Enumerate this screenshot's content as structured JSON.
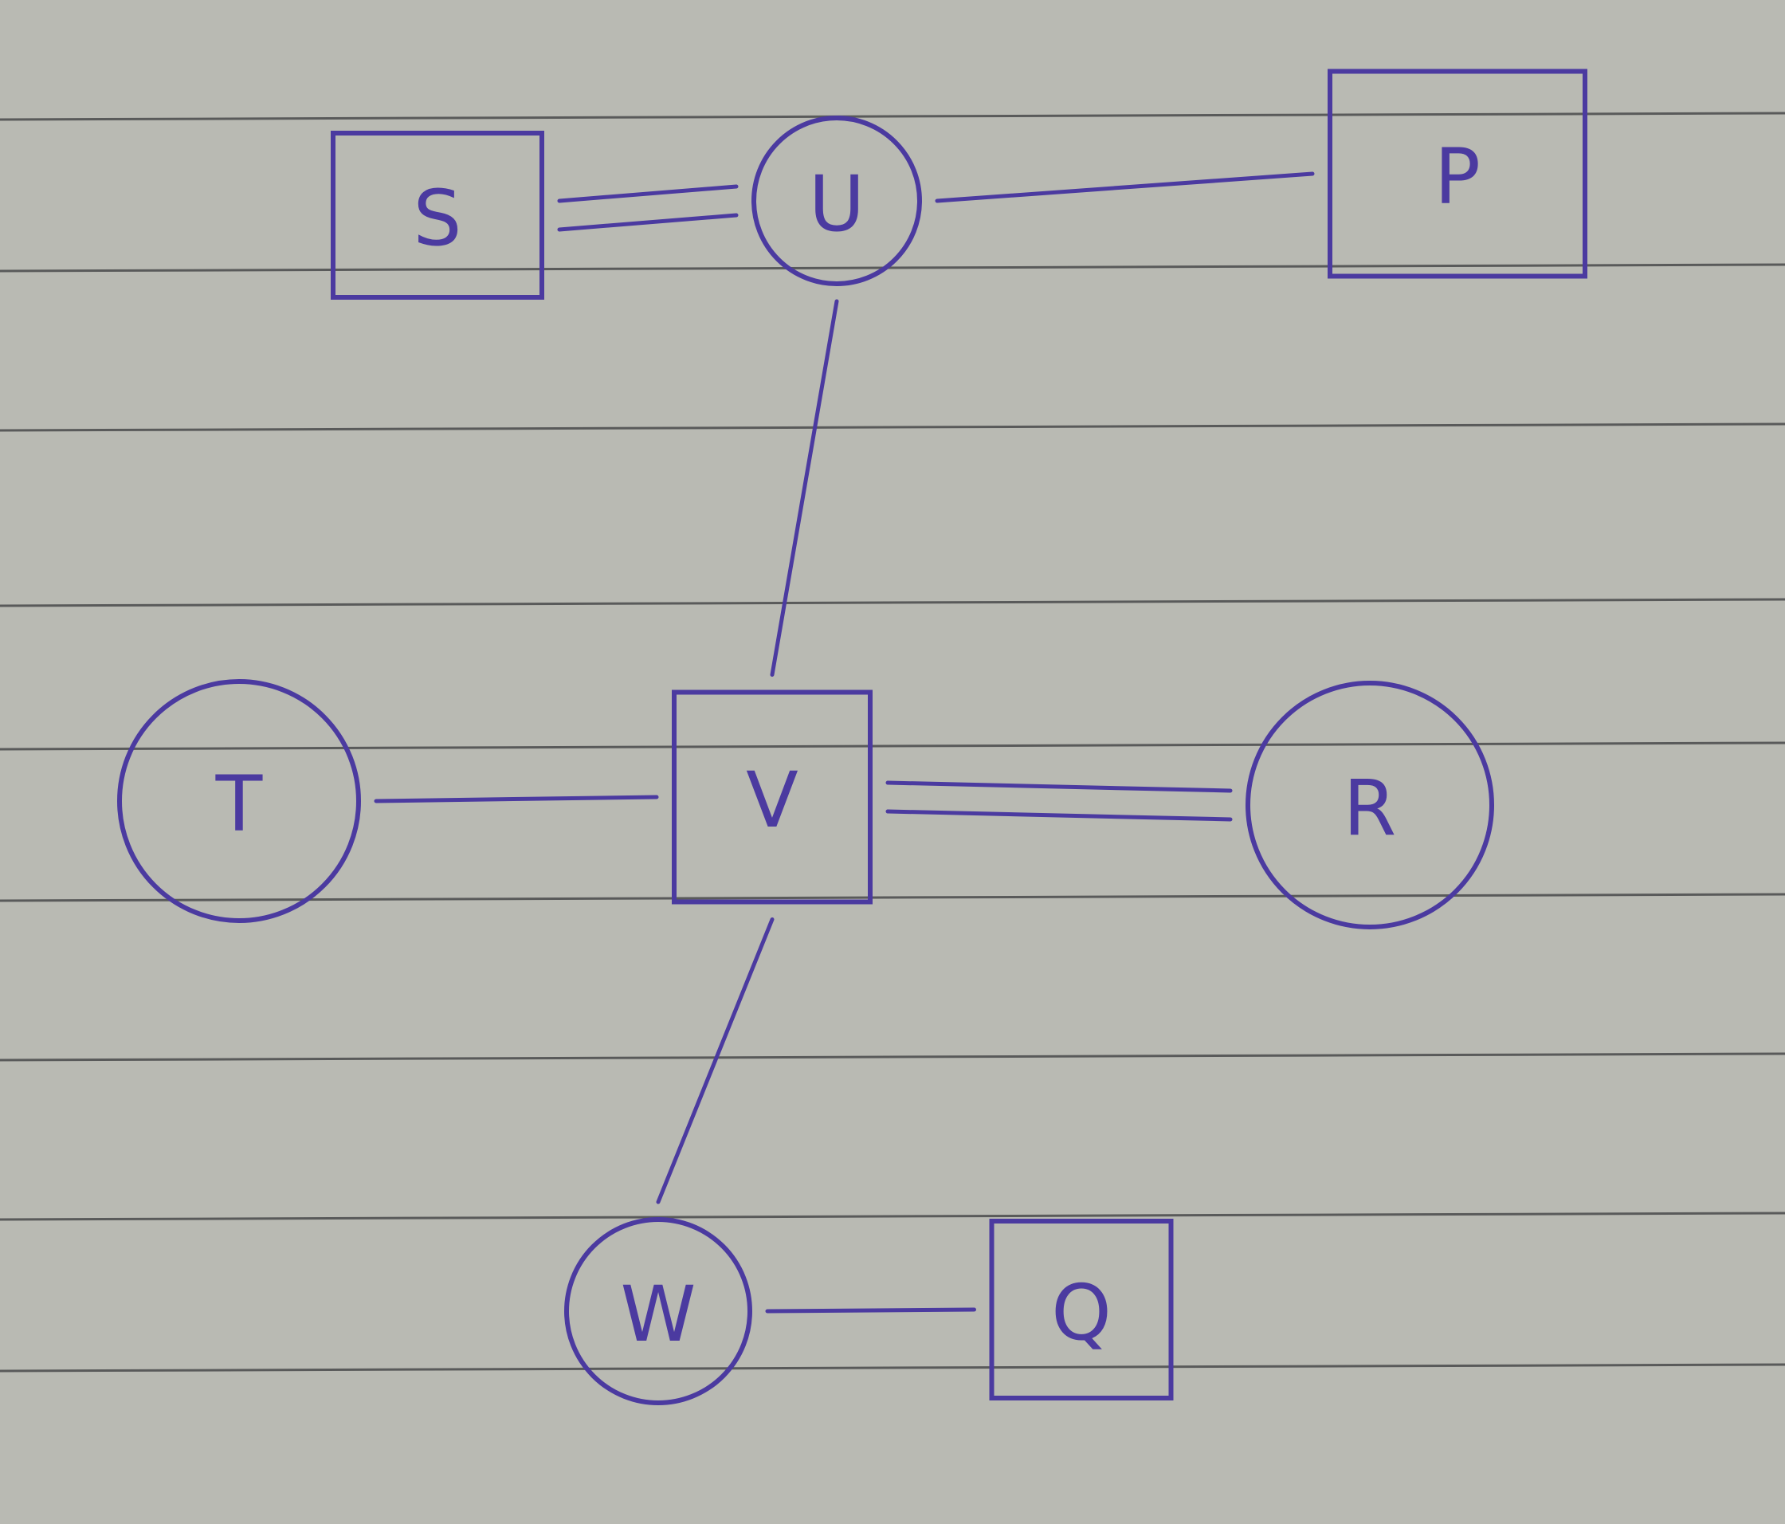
{
  "diagram": {
    "ink_color": "#4b3aa0",
    "paper_color": "#b9bab3",
    "rule_color": "#3a3b3d",
    "nodes": [
      {
        "id": "S",
        "label": "S",
        "shape": "square"
      },
      {
        "id": "U",
        "label": "U",
        "shape": "circle"
      },
      {
        "id": "P",
        "label": "P",
        "shape": "square"
      },
      {
        "id": "T",
        "label": "T",
        "shape": "circle"
      },
      {
        "id": "V",
        "label": "V",
        "shape": "square"
      },
      {
        "id": "R",
        "label": "R",
        "shape": "circle"
      },
      {
        "id": "W",
        "label": "W",
        "shape": "circle"
      },
      {
        "id": "Q",
        "label": "Q",
        "shape": "square"
      }
    ],
    "edges": [
      {
        "from": "S",
        "to": "U",
        "type": "double"
      },
      {
        "from": "U",
        "to": "P",
        "type": "single"
      },
      {
        "from": "U",
        "to": "V",
        "type": "single"
      },
      {
        "from": "T",
        "to": "V",
        "type": "single"
      },
      {
        "from": "V",
        "to": "R",
        "type": "double"
      },
      {
        "from": "V",
        "to": "W",
        "type": "single"
      },
      {
        "from": "W",
        "to": "Q",
        "type": "single"
      }
    ]
  }
}
